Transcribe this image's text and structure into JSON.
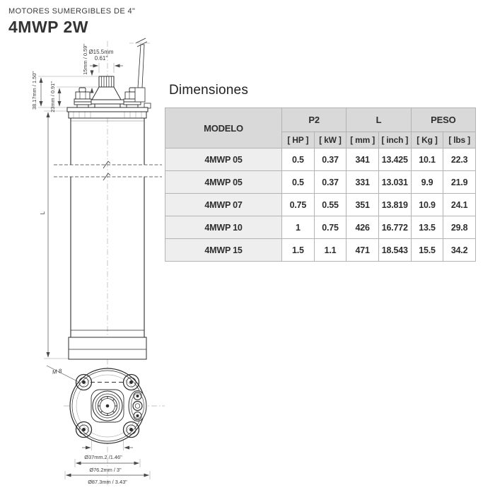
{
  "header": {
    "category": "MOTORES SUMERGIBLES DE 4\"",
    "model": "4MWP 2W"
  },
  "section": {
    "title": "Dimensiones"
  },
  "drawing": {
    "labels": {
      "total_height": "38.17mm / 1.50\"",
      "shoulder_height": "23mm / 0.91\"",
      "spline_height": "15mm / 0.59\"",
      "shaft_dia_mm": "Ø15.5mm",
      "shaft_dia_inch": "0.61\"",
      "length_symbol": "L",
      "thread": "M 8",
      "dia_spigot": "Ø37mm.2 /1.46\"",
      "dia_bolt_circle": "Ø76.2mm / 3\"",
      "dia_outer": "Ø87.3mm / 3.43\""
    }
  },
  "table": {
    "col_model": "MODELO",
    "groups": [
      {
        "label": "P2"
      },
      {
        "label": "L"
      },
      {
        "label": "PESO"
      }
    ],
    "subheaders": [
      "[ HP ]",
      "[ kW ]",
      "[ mm ]",
      "[ inch ]",
      "[ Kg ]",
      "[ lbs ]"
    ],
    "rows": [
      {
        "model": "4MWP 05",
        "values": [
          "0.5",
          "0.37",
          "341",
          "13.425",
          "10.1",
          "22.3"
        ]
      },
      {
        "model": "4MWP 05",
        "values": [
          "0.5",
          "0.37",
          "331",
          "13.031",
          "9.9",
          "21.9"
        ]
      },
      {
        "model": "4MWP 07",
        "values": [
          "0.75",
          "0.55",
          "351",
          "13.819",
          "10.9",
          "24.1"
        ]
      },
      {
        "model": "4MWP 10",
        "values": [
          "1",
          "0.75",
          "426",
          "16.772",
          "13.5",
          "29.8"
        ]
      },
      {
        "model": "4MWP 15",
        "values": [
          "1.5",
          "1.1",
          "471",
          "18.543",
          "15.5",
          "34.2"
        ]
      }
    ],
    "colors": {
      "header_bg": "#d9d9d9",
      "model_col_bg": "#eeeeee",
      "border": "#b3b3b3",
      "text": "#2e2e2e"
    }
  }
}
